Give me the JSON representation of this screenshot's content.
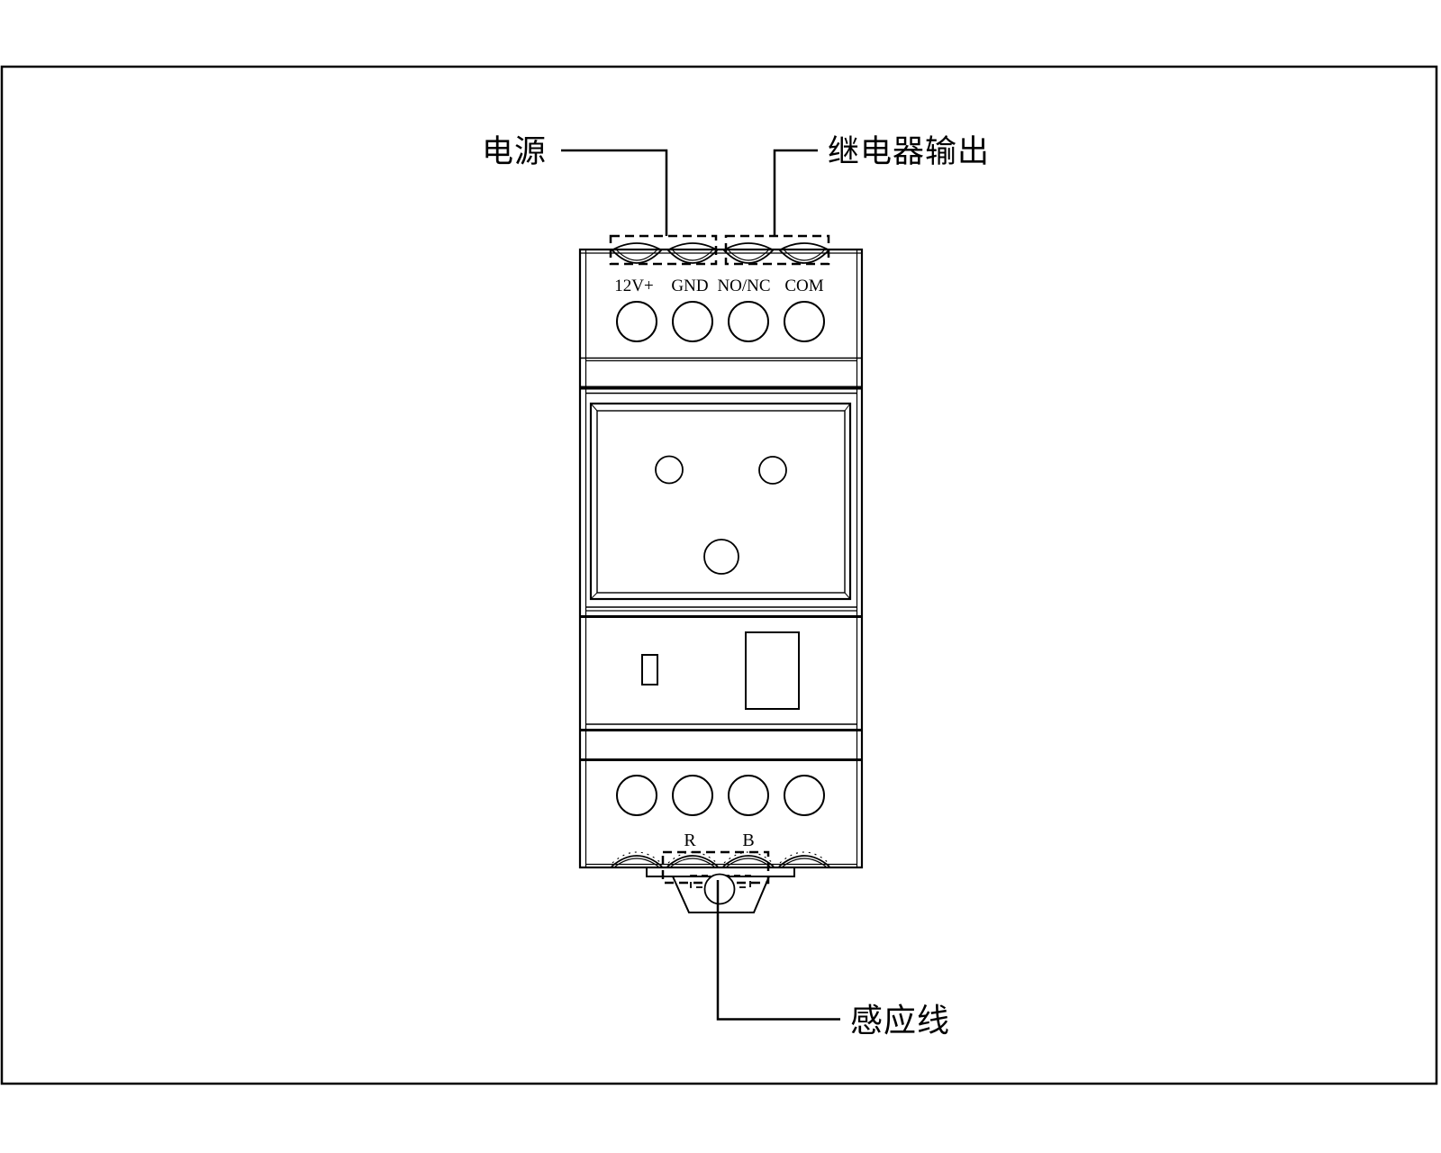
{
  "diagram": {
    "labels": {
      "power": "电源",
      "relay_output": "继电器输出",
      "sensor_wire": "感应线"
    },
    "top_terminals": [
      "12V+",
      "GND",
      "NO/NC",
      "COM"
    ],
    "bottom_terminals": [
      "R",
      "B"
    ],
    "colors": {
      "line": "#000000",
      "background": "#ffffff"
    }
  }
}
